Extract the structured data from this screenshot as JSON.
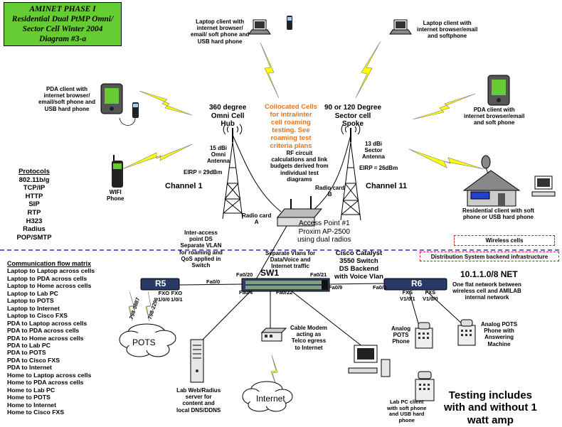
{
  "title": {
    "lines": [
      "AMINET PHASE I",
      "Residential Dual PtMP Omni/",
      "Sector Cell Winter 2004",
      "Diagram #3-a"
    ]
  },
  "clients": {
    "laptop_top": "Laptop client with\ninternet browser/\nemail/ soft phone and\nUSB hard phone",
    "laptop_right": "Laptop client with\ninternet browser/email\nand softphone",
    "pda_left": "PDA client with\ninternet browser/\nemail/soft phone and\nUSB hard phone",
    "pda_right": "PDA client with\ninternet browser/email\nand soft phone",
    "wifi_phone": "WIFI\nPhone",
    "residential": "Residential client with soft\nphone or USB hard phone",
    "lab_pc": "Lab  PC client\nwith soft phone\nand USB hard\nphone"
  },
  "cells": {
    "omni": "360 degree\nOmni Cell\nHub",
    "sector": "90 or 120 Degree\nSector cell\nSpoke",
    "omni_antenna": "15 dBi\nOmni\nAntenna",
    "sector_antenna": "13 dBi\nSector\nAntenna",
    "eirp_omni": "EIRP = 29dBm",
    "eirp_sector": "EIRP = 26dBm",
    "channel_1": "Channel 1",
    "channel_11": "Channel 11",
    "collocated": "Collocated Cells\nfor intra/inter\ncell roaming\ntesting. See\nroaming test\ncriteria plans",
    "rf_note": "RF circuit\ncalculations and link\nbudgets derived from\nindividual test\ndiagrams",
    "radio_a": "Radio card\nA",
    "radio_b": "Radio card\nB",
    "access_point": "Access Point #1\nProxim AP-2500\nusing dual radios",
    "inter_access": "Inter-access\npoint DS\nSeparate VLAN\nfor roaming and\nQoS applied in\nSwitch"
  },
  "protocols": {
    "header": "Protocols",
    "items": [
      "802.11b/g",
      "TCP/IP",
      "HTTP",
      "SIP",
      "RTP",
      "H323",
      "Radius",
      "POP/SMTP"
    ]
  },
  "zones": {
    "wireless": "Wireless cells",
    "distribution": "Distribution System backend infrastructure"
  },
  "network": {
    "separate_vlans": "Separate Vlans for\nData/Voice and\nInternet traffic",
    "cisco": "Cisco Catalyst\n3550 Switch\nDS Backend\nwith Voice Vlan",
    "net_title": "10.1.1.0/8 NET",
    "net_desc": "One flat network between\nwireless cell and AMILAB\ninternal network",
    "r5": "R5",
    "r6": "R6",
    "sw1": "SW1",
    "ports": {
      "r5_fa": "Fa0/0",
      "r5_fxo_a": "FXO\n1/0/0",
      "r5_fxo_b": "FXO\n1/0/1",
      "sw_fa20": "Fa0/20",
      "sw_fa21": "Fa0/21",
      "sw_fa22": "Fa0/22",
      "sw_fa9": "Fa0/9",
      "sw_fa_left": "Fa0/4",
      "r6_fa": "Fa0/0",
      "r6_fxs_a": "FXS\nV1/0/1",
      "r6_fxs_b": "FXS\nV1/0/0"
    },
    "pots_line_a": "798-9887",
    "pots_line_b": "798-2296",
    "pots": "POTS",
    "internet": "Internet",
    "cable_modem": "Cable Modem\nacting as\nTelco egress\nto Internet",
    "lab_server": "Lab Web/Radius\nserver for\ncontent and\nlocal DNS/DDNS",
    "analog_pots": "Analog\nPOTS\nPhone",
    "analog_machine": "Analog POTS\nPhone with\nAnswering\nMachine",
    "testing": "Testing includes\nwith and without 1\nwatt amp"
  },
  "flow": {
    "header": "Communication flow matrix",
    "items": [
      "Laptop to Laptop across cells",
      "Laptop to PDA across cells",
      "Laptop to Home across cells",
      "Laptop to Lab PC",
      "Laptop to POTS",
      "Laptop to Internet",
      "Laptop to Cisco FXS",
      "PDA to Laptop across cells",
      "PDA to PDA across cells",
      "PDA to Home across cells",
      "PDA to Lab PC",
      "PDA to POTS",
      "PDA to Cisco FXS",
      "PDA to Internet",
      "Home to Laptop across cells",
      "Home to PDA across cells",
      "Home to Lab PC",
      "Home to POTS",
      "Home to Internet",
      "Home to Cisco FXS"
    ]
  },
  "colors": {
    "title_bg": "#66cc33",
    "orange": "#e8731a",
    "bolt": "#ffff00",
    "divider": "#0000cc",
    "router": "#2a3a66",
    "dashed": "#d81c1c"
  }
}
